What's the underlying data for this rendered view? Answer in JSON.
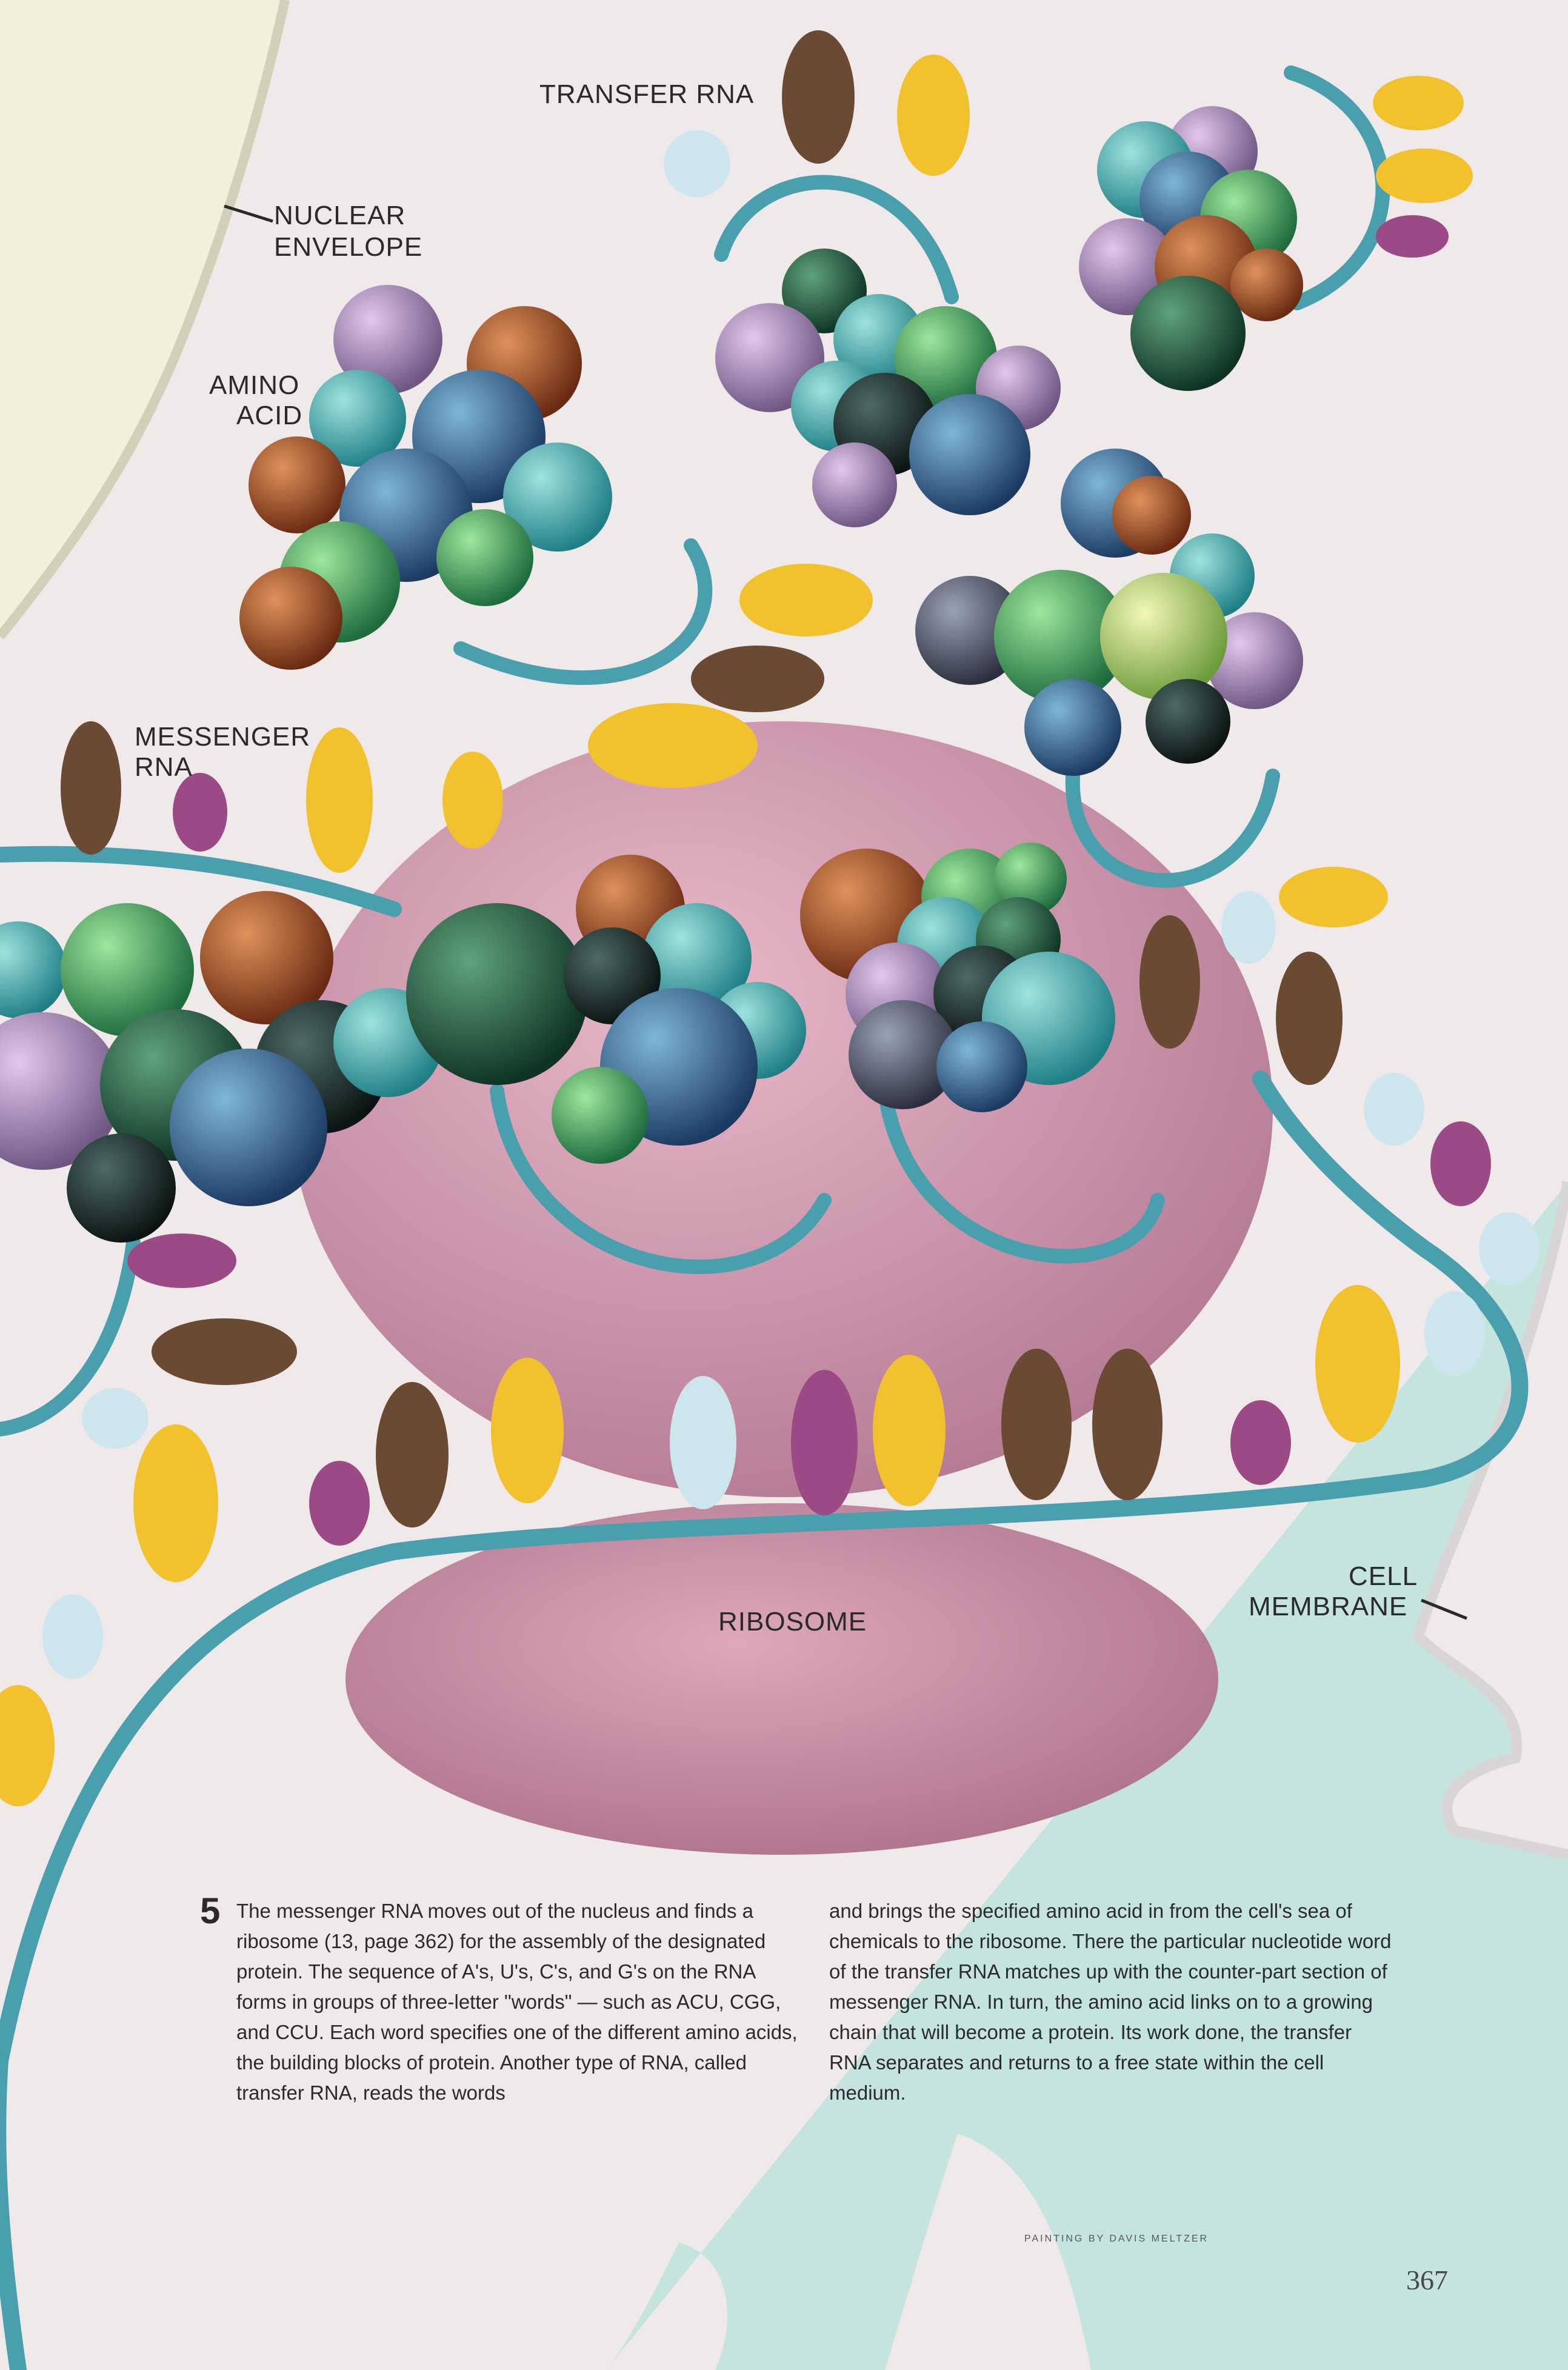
{
  "labels": {
    "transfer_rna": "TRANSFER RNA",
    "nuclear_envelope_line1": "NUCLEAR",
    "nuclear_envelope_line2": "ENVELOPE",
    "amino_acid_line1": "AMINO",
    "amino_acid_line2": "ACID",
    "messenger_rna_line1": "MESSENGER",
    "messenger_rna_line2": "RNA",
    "ribosome": "RIBOSOME",
    "cell_membrane_line1": "CELL",
    "cell_membrane_line2": "MEMBRANE"
  },
  "caption": {
    "number": "5",
    "left_column": "The messenger RNA moves out of the nucleus and finds a ribosome (13, page 362) for the assembly of the designated protein. The sequence of A's, U's, C's, and G's on the RNA forms in groups of three-letter \"words\" — such as ACU, CGG, and CCU. Each word specifies one of the different amino acids, the building blocks of protein. Another type of RNA, called transfer RNA, reads the words",
    "right_column": "and brings the specified amino acid in from the cell's sea of chemicals to the ribosome. There the particular nucleotide word of the transfer RNA matches up with the counter-part section of messenger RNA. In turn, the amino acid links on to a growing chain that will become a protein. Its work done, the transfer RNA separates and returns to a free state within the cell medium."
  },
  "credit": "PAINTING BY DAVIS MELTZER",
  "page_number": "367",
  "colors": {
    "cytoplasm": "#efe9ea",
    "nucleus": "#f1f0da",
    "membrane_outside": "#bfe3dc",
    "ribosome": "#c98fa6",
    "rna_strand": "#4a9fae",
    "yellow_nucleotide": "#f2c12e",
    "brown_nucleotide": "#6b4a33",
    "magenta_nucleotide": "#9c4a86",
    "pale_blue_nucleotide": "#cde6ee"
  }
}
